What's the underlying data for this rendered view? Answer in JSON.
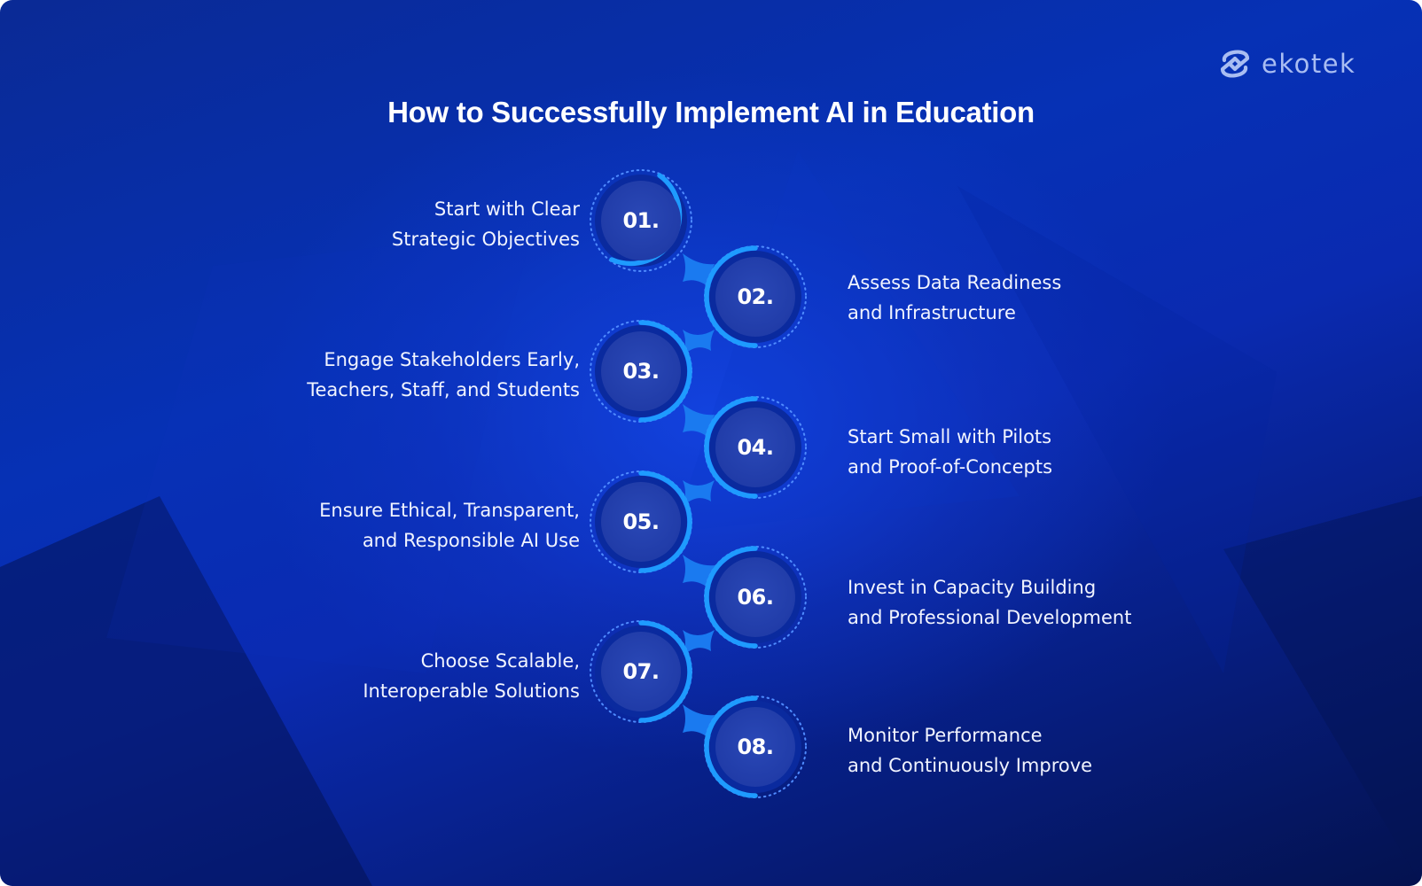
{
  "brand": {
    "name": "ekotek",
    "logo_icon": "ekotek-logo-icon"
  },
  "title": "How to Successfully Implement AI in Education",
  "colors": {
    "background_dark": "#04124f",
    "background_mid": "#0631b5",
    "circle_fill": "#2442b0",
    "circle_ring": "#0a2a9e",
    "accent_arc": "#1e9bff",
    "dotted_ring": "#4f8bff",
    "text": "#f1f4ff",
    "logo": "#a9bdf2"
  },
  "steps": [
    {
      "number": "01.",
      "side": "left",
      "line1": "Start with Clear",
      "line2": "Strategic Objectives"
    },
    {
      "number": "02.",
      "side": "right",
      "line1": "Assess Data Readiness",
      "line2": "and Infrastructure"
    },
    {
      "number": "03.",
      "side": "left",
      "line1": "Engage Stakeholders Early,",
      "line2": "Teachers, Staff, and Students"
    },
    {
      "number": "04.",
      "side": "right",
      "line1": "Start Small with Pilots",
      "line2": "and Proof-of-Concepts"
    },
    {
      "number": "05.",
      "side": "left",
      "line1": "Ensure Ethical, Transparent,",
      "line2": "and Responsible AI Use"
    },
    {
      "number": "06.",
      "side": "right",
      "line1": "Invest in Capacity Building",
      "line2": "and Professional Development"
    },
    {
      "number": "07.",
      "side": "left",
      "line1": "Choose Scalable,",
      "line2": "Interoperable Solutions"
    },
    {
      "number": "08.",
      "side": "right",
      "line1": "Monitor Performance",
      "line2": "and Continuously Improve"
    }
  ]
}
